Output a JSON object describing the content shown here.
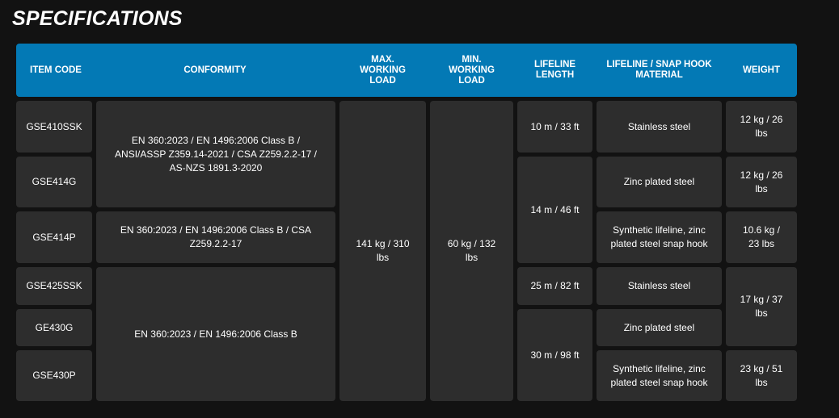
{
  "page": {
    "title": "SPECIFICATIONS"
  },
  "table": {
    "headers": {
      "item_code": "ITEM CODE",
      "conformity": "CONFORMITY",
      "max_load": "MAX.\nWORKING\nLOAD",
      "min_load": "MIN.\nWORKING\nLOAD",
      "lifeline_length": "LIFELINE\nLENGTH",
      "material": "LIFELINE / SNAP HOOK\nMATERIAL",
      "weight": "WEIGHT"
    },
    "item_codes": [
      "GSE410SSK",
      "GSE414G",
      "GSE414P",
      "GSE425SSK",
      "GE430G",
      "GSE430P"
    ],
    "conformity": {
      "group1": "EN 360:2023 / EN 1496:2006 Class B / ANSI/ASSP Z359.14-2021 / CSA Z259.2.2-17 / AS-NZS 1891.3-2020",
      "group2": "EN 360:2023 / EN 1496:2006 Class B / CSA Z259.2.2-17",
      "group3": "EN 360:2023 / EN 1496:2006 Class B"
    },
    "max_load": "141 kg / 310 lbs",
    "min_load": "60 kg / 132 lbs",
    "lifeline_length": {
      "l10": "10 m / 33 ft",
      "l14": "14 m / 46 ft",
      "l25": "25 m / 82 ft",
      "l30": "30 m / 98 ft"
    },
    "material": {
      "row1": "Stainless steel",
      "row2": "Zinc plated steel",
      "row3": "Synthetic lifeline, zinc plated steel snap hook",
      "row4": "Stainless steel",
      "row5": "Zinc plated steel",
      "row6": "Synthetic lifeline, zinc plated steel snap hook"
    },
    "weight": {
      "row1": "12 kg / 26 lbs",
      "row2": "12 kg / 26 lbs",
      "row3": "10.6 kg / 23 lbs",
      "row45": "17 kg / 37 lbs",
      "row6": "23 kg / 51 lbs"
    }
  },
  "colors": {
    "header_bg": "#0379b5",
    "cell_bg": "#2d2d2d",
    "page_bg": "#121212"
  }
}
